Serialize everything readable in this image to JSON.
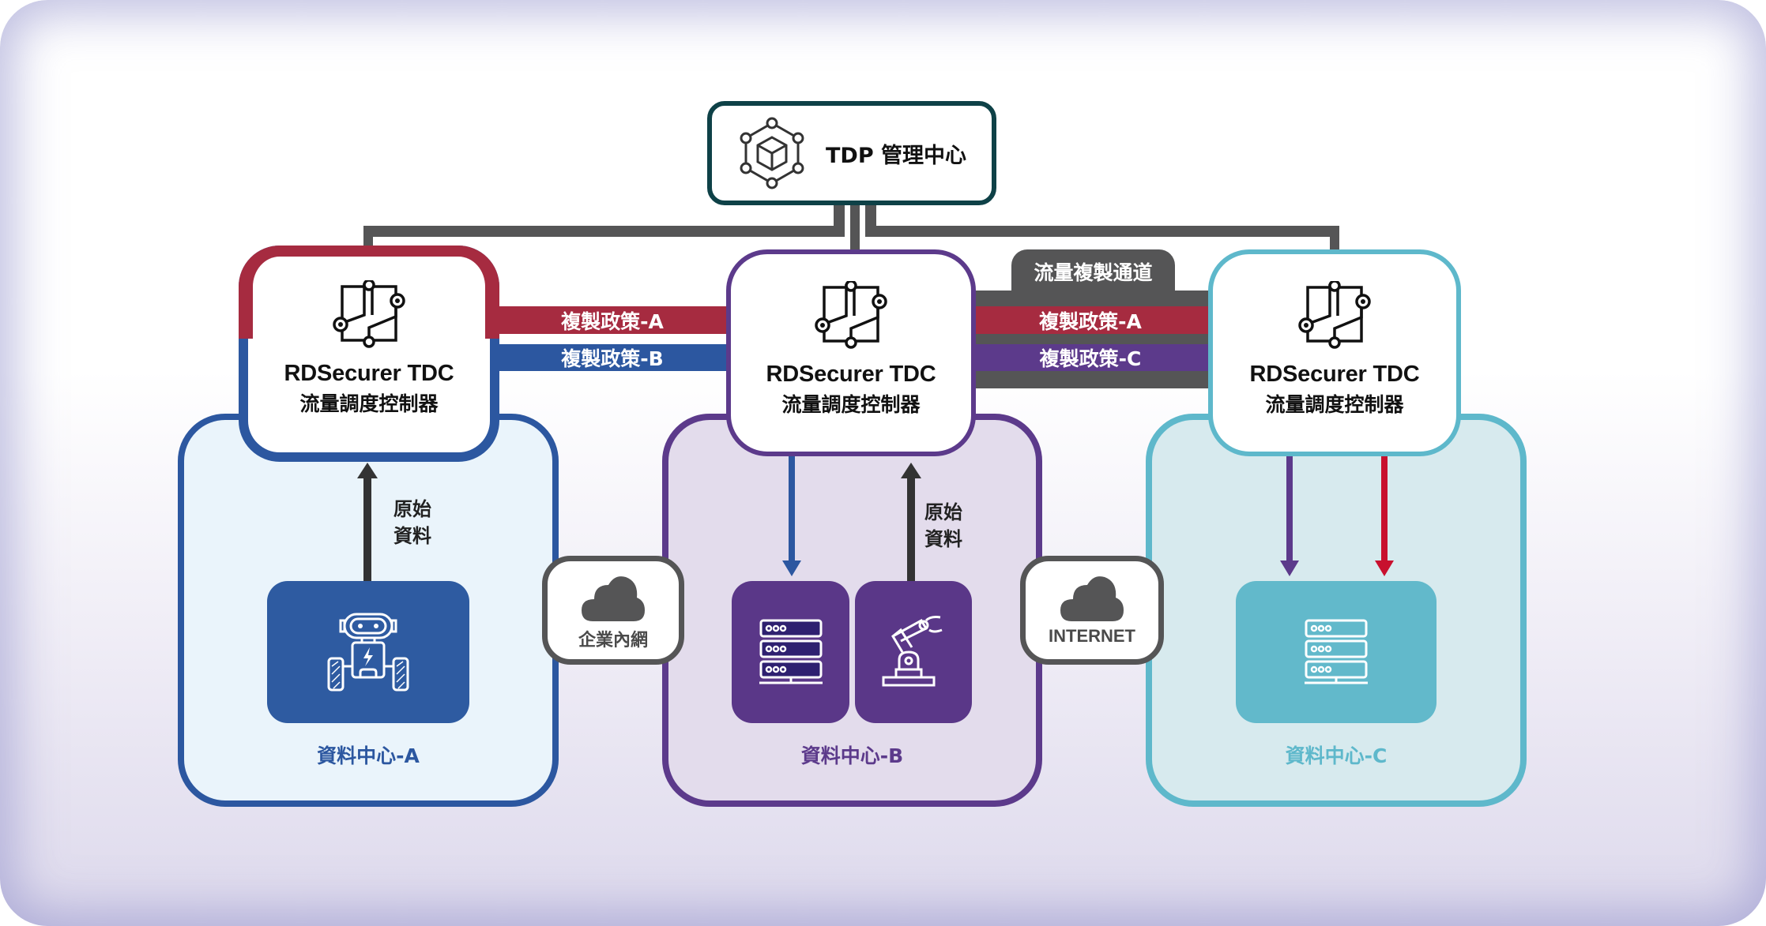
{
  "management": {
    "title": "TDP 管理中心",
    "icon": "hexagon-network-cube-icon"
  },
  "controllers": [
    {
      "id": "left",
      "title": "RDSecurer TDC",
      "subtitle": "流量調度控制器",
      "icon": "traffic-controller-icon"
    },
    {
      "id": "middle",
      "title": "RDSecurer TDC",
      "subtitle": "流量調度控制器",
      "icon": "traffic-controller-icon"
    },
    {
      "id": "right",
      "title": "RDSecurer TDC",
      "subtitle": "流量調度控制器",
      "icon": "traffic-controller-icon"
    }
  ],
  "left_link": {
    "policies": [
      {
        "label": "複製政策-A",
        "color": "#a62b40"
      },
      {
        "label": "複製政策-B",
        "color": "#2c57a0"
      }
    ]
  },
  "right_link": {
    "channel_label": "流量複製通道",
    "channel_color": "#555556",
    "policies": [
      {
        "label": "複製政策-A",
        "color": "#a62b40"
      },
      {
        "label": "複製政策-C",
        "color": "#5c3a8b"
      }
    ]
  },
  "datacenters": [
    {
      "label": "資料中心-A",
      "color": "#2c57a0",
      "raw_data_label_line1": "原始",
      "raw_data_label_line2": "資料",
      "devices": [
        "robot-icon"
      ]
    },
    {
      "label": "資料中心-B",
      "color": "#5c3a8b",
      "raw_data_label_line1": "原始",
      "raw_data_label_line2": "資料",
      "devices": [
        "server-icon",
        "robot-arm-icon"
      ]
    },
    {
      "label": "資料中心-C",
      "color": "#5eb8cb",
      "devices": [
        "server-icon"
      ]
    }
  ],
  "networks": [
    {
      "label": "企業內網",
      "icon": "cloud-icon"
    },
    {
      "label": "INTERNET",
      "icon": "cloud-icon"
    }
  ]
}
